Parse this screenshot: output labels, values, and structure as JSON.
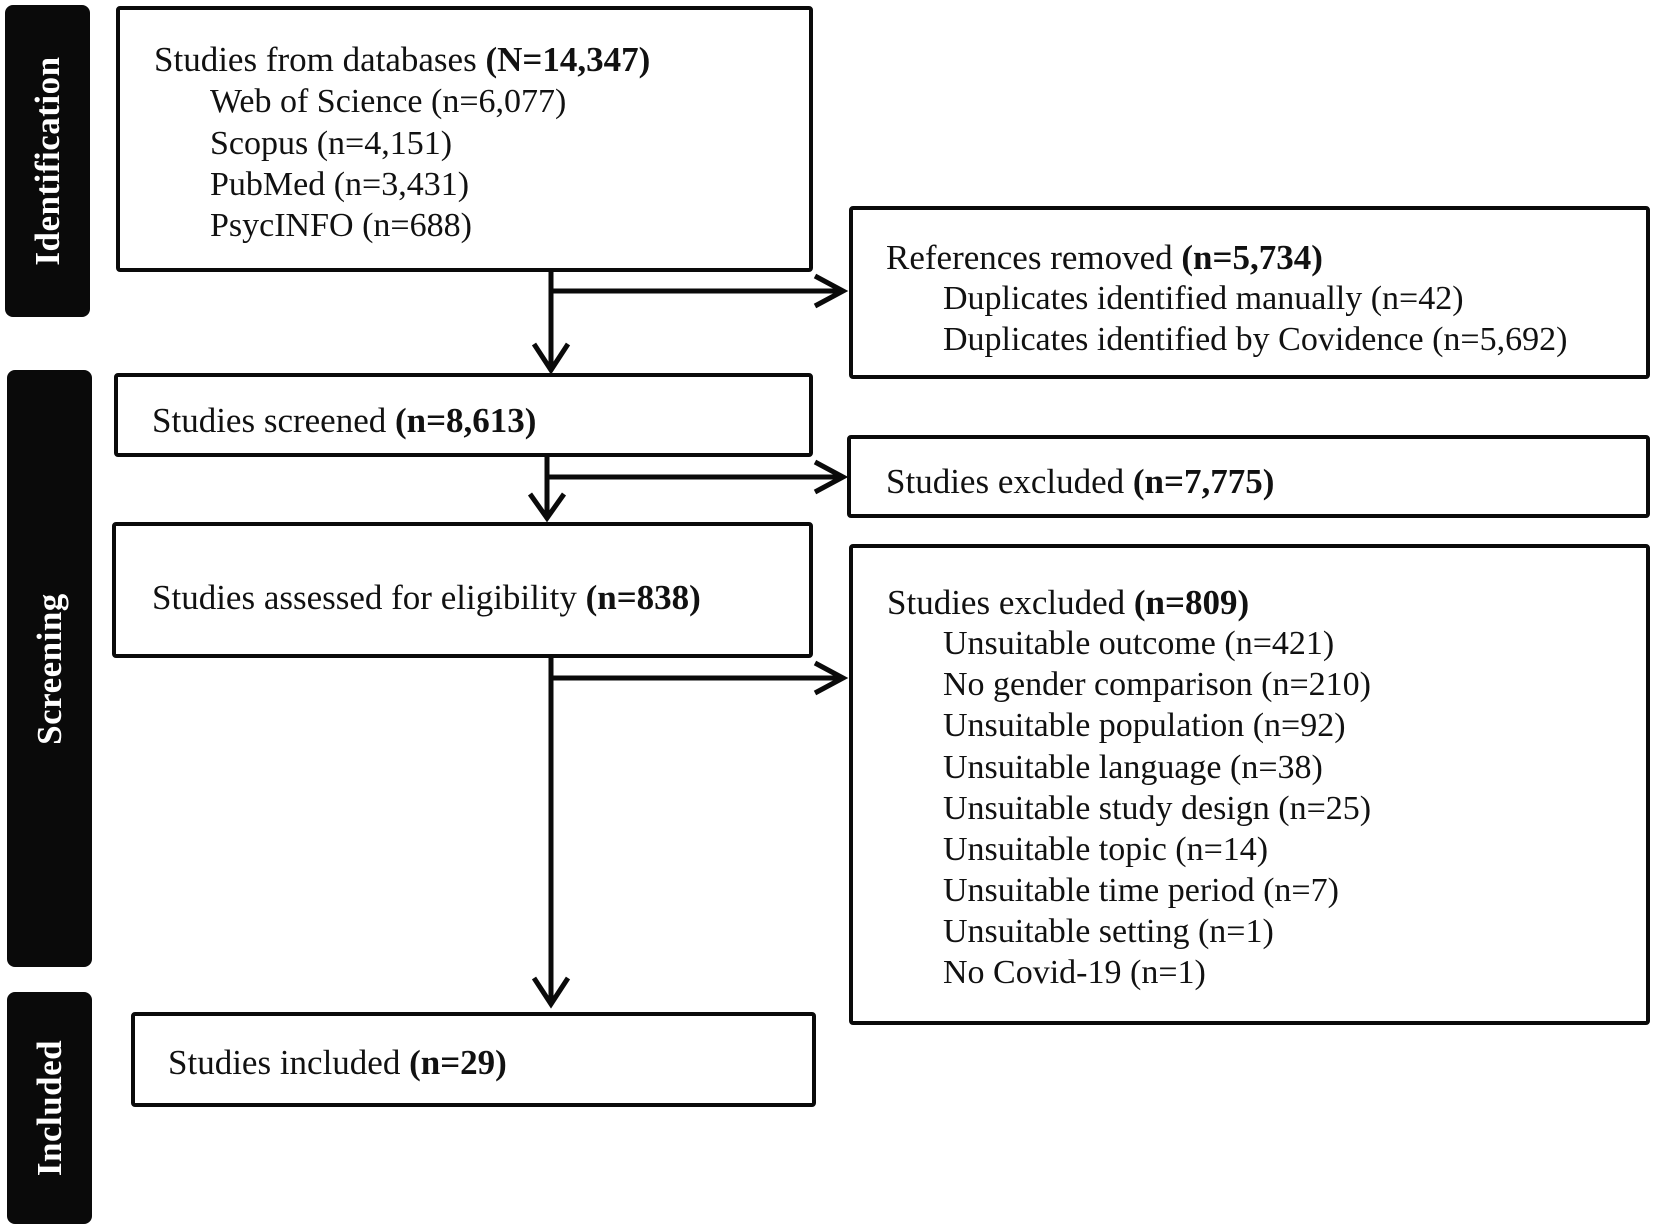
{
  "stages": {
    "identification": "Identification",
    "screening": "Screening",
    "included": "Included"
  },
  "databases": {
    "title": "Studies from databases",
    "total": "(N=14,347)",
    "items": [
      "Web of Science (n=6,077)",
      "Scopus (n=4,151)",
      "PubMed (n=3,431)",
      "PsycINFO (n=688)"
    ]
  },
  "removed": {
    "title": "References removed",
    "total": "(n=5,734)",
    "items": [
      "Duplicates identified manually (n=42)",
      "Duplicates identified by Covidence (n=5,692)"
    ]
  },
  "screened": {
    "title": "Studies screened",
    "total": "(n=8,613)"
  },
  "excluded_screen": {
    "title": "Studies excluded",
    "total": "(n=7,775)"
  },
  "eligibility": {
    "title": "Studies assessed for eligibility",
    "total": "(n=838)"
  },
  "excluded_full": {
    "title": "Studies excluded",
    "total": "(n=809)",
    "items": [
      "Unsuitable outcome (n=421)",
      "No gender comparison (n=210)",
      "Unsuitable population (n=92)",
      "Unsuitable language (n=38)",
      "Unsuitable study design (n=25)",
      "Unsuitable topic (n=14)",
      "Unsuitable time period (n=7)",
      "Unsuitable setting (n=1)",
      "No Covid-19 (n=1)"
    ]
  },
  "included": {
    "title": "Studies included",
    "total": "(n=29)"
  }
}
